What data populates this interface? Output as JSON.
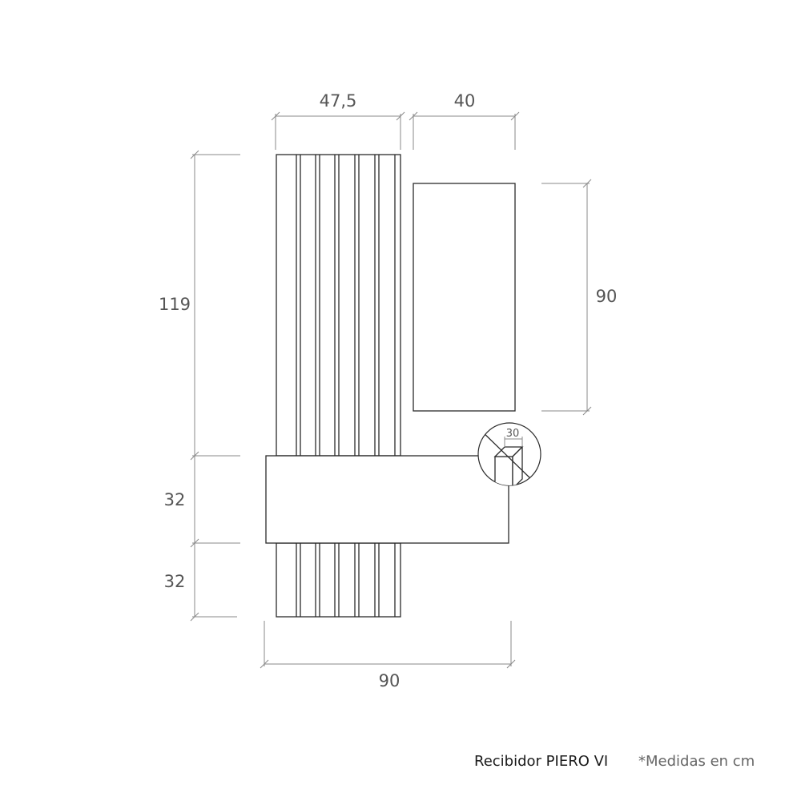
{
  "dimensions": {
    "top_left_width": "47,5",
    "top_right_width": "40",
    "mirror_height": "90",
    "upper_height": "119",
    "middle_height": "32",
    "lower_height": "32",
    "total_width": "90",
    "detail_value": "30"
  },
  "caption": {
    "title": "Recibidor PIERO VI",
    "note": "*Medidas en cm"
  },
  "colors": {
    "line": "#2b2b2b",
    "dimension": "#8a8a8a"
  }
}
